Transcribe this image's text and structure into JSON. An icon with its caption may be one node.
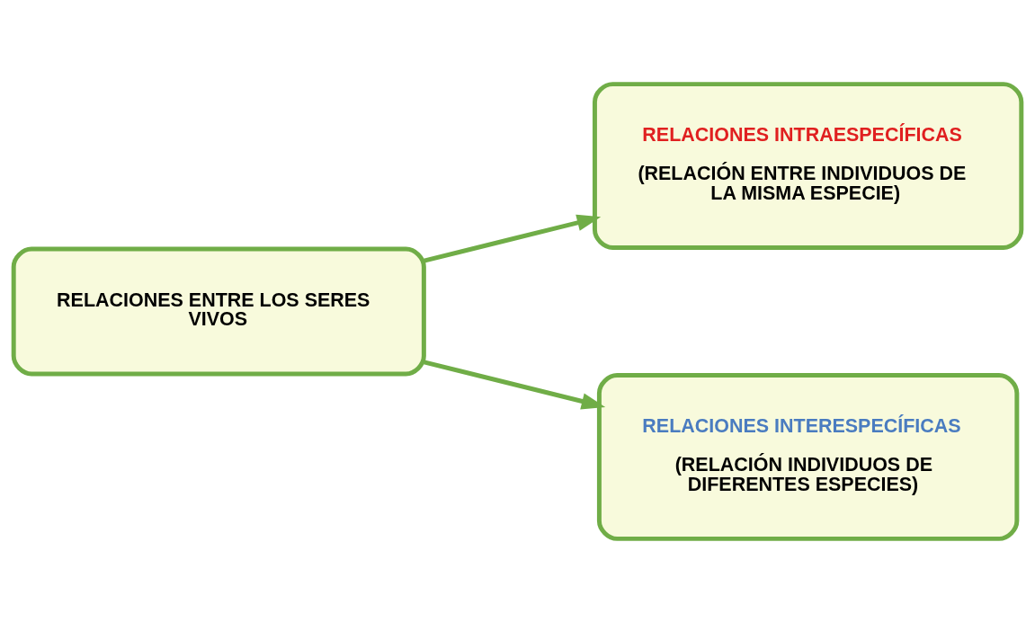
{
  "diagram": {
    "nodes": [
      {
        "text": [
          "RELACIONES ENTRE LOS SERES VIVOS"
        ]
      },
      {
        "text": [
          "RELACIONES INTRAESPECÍFICAS",
          "(RELACIÓN ENTRE INDIVIDUOS DE LA MISMA ESPECIE)"
        ]
      },
      {
        "text": [
          "RELACIONES INTERESPECÍFICAS",
          "(RELACIÓN INDIVIDUOS DE DIFERENTES ESPECIES)"
        ]
      }
    ],
    "edges": [
      {
        "from": 0,
        "to": 1,
        "arrow": "to"
      },
      {
        "from": 0,
        "to": 2,
        "arrow": "to"
      }
    ]
  }
}
